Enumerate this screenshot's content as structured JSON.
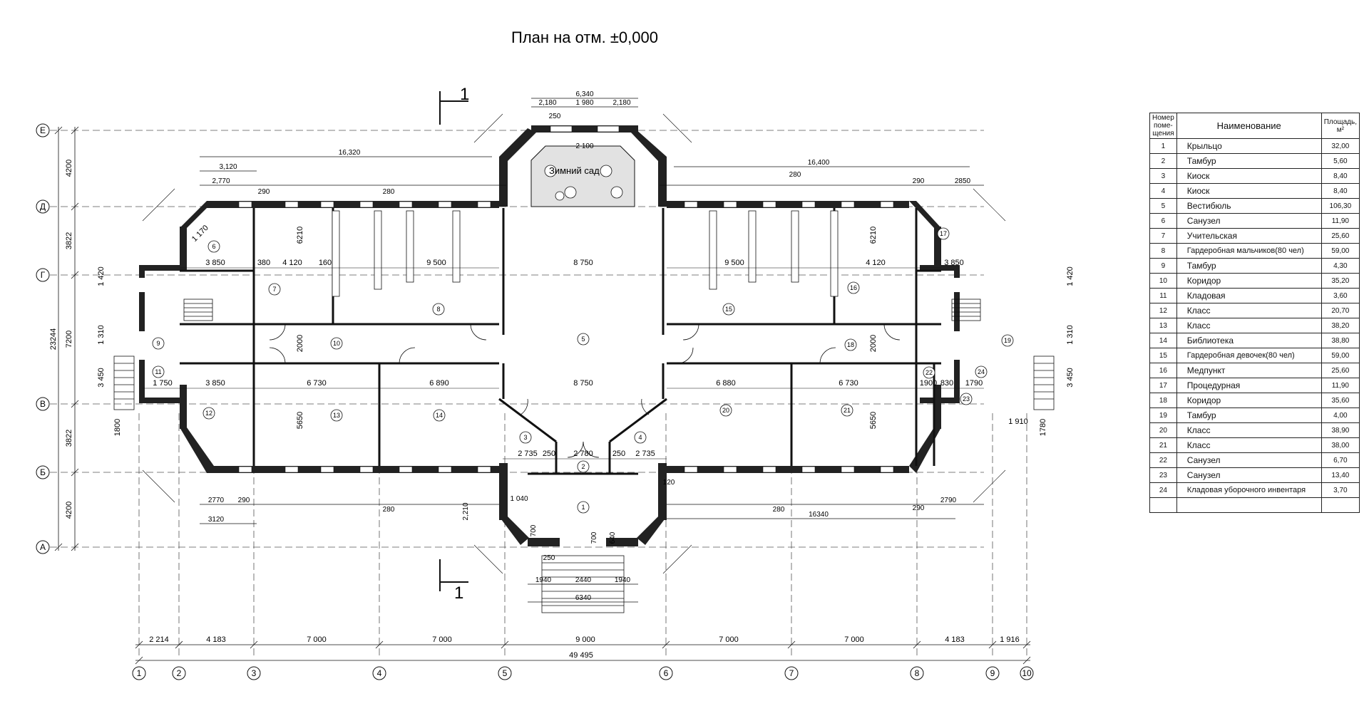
{
  "title": "План на отм. ±0,000",
  "section_marker": "1",
  "axes_letters": [
    "Е",
    "Д",
    "Г",
    "В",
    "Б",
    "А"
  ],
  "axes_numbers": [
    "1",
    "2",
    "3",
    "4",
    "5",
    "6",
    "7",
    "8",
    "9",
    "10"
  ],
  "left_dims": [
    "4200",
    "3822",
    "7200",
    "3822",
    "4200"
  ],
  "left_total": "23244",
  "bottom_dims": [
    "2 214",
    "4 183",
    "7 000",
    "7 000",
    "9 000",
    "7 000",
    "7 000",
    "4 183",
    "1 916"
  ],
  "bottom_total": "49 495",
  "top_dims": {
    "left_span": "16,320",
    "right_span": "16,400",
    "bay_3120": "3,120",
    "bay_2770": "2,770",
    "top_6340": "6,340",
    "top_2180a": "2,180",
    "top_1980": "1 980",
    "top_2180b": "2,180",
    "top_250": "250",
    "top_2100": "2 100",
    "right_2850": "2850",
    "left_280": "280",
    "right_280": "280",
    "top_290a": "290",
    "top_290b": "290"
  },
  "bottom_detail": {
    "b_2770": "2770",
    "b_3120": "3120",
    "b_16340": "16340",
    "b_2790": "2790",
    "b_1940a": "1940",
    "b_2440": "2440",
    "b_1940b": "1940",
    "b_6340": "6340",
    "b_280a": "280",
    "b_280b": "280",
    "b_1040": "1 040",
    "b_2210": "2,210",
    "b_290a": "290",
    "b_290b": "290",
    "b_120": "120",
    "b_250": "250",
    "b_700a": "700",
    "b_700b": "700",
    "b_640": "640"
  },
  "winter_garden": "Зимний сад",
  "inner_dims": {
    "d_3850a": "3 850",
    "d_4120a": "4 120",
    "d_9500a": "9 500",
    "d_8750a": "8 750",
    "d_9500b": "9 500",
    "d_4120b": "4 120",
    "d_3850b": "3 850",
    "d_1750": "1 750",
    "d_3850c": "3 850",
    "d_6730a": "6 730",
    "d_6890": "6 890",
    "d_8750b": "8 750",
    "d_6880": "6 880",
    "d_6730b": "6 730",
    "d_2735a": "2 735",
    "d_2780": "2 780",
    "d_2735b": "2 735",
    "d_250a": "250",
    "d_250b": "250",
    "d_6210a": "6210",
    "d_6210b": "6210",
    "d_2000a": "2000",
    "d_2000b": "2000",
    "d_5650a": "5650",
    "d_5650b": "5650",
    "d_160": "160",
    "d_380": "380",
    "d_1900": "1900",
    "d_1910": "1 910",
    "d_1780": "1780",
    "d_1800": "1800",
    "d_3450a": "3 450",
    "d_3450b": "3 450",
    "d_1420a": "1 420",
    "d_1420b": "1 420",
    "d_1310a": "1 310",
    "d_1310b": "1 310",
    "d_1170": "1 170",
    "d_830": "830",
    "d_1790": "1790"
  },
  "room_labels": [
    "1",
    "2",
    "3",
    "4",
    "5",
    "6",
    "7",
    "8",
    "9",
    "10",
    "11",
    "12",
    "13",
    "14",
    "15",
    "16",
    "17",
    "18",
    "19",
    "20",
    "21",
    "22",
    "23",
    "24"
  ],
  "table": {
    "headers": {
      "num": "Номер поме- щения",
      "name": "Наименование",
      "area": "Площадь, м²"
    },
    "rows": [
      {
        "num": "1",
        "name": "Крыльцо",
        "area": "32,00"
      },
      {
        "num": "2",
        "name": "Тамбур",
        "area": "5,60"
      },
      {
        "num": "3",
        "name": "Киоск",
        "area": "8,40"
      },
      {
        "num": "4",
        "name": "Киоск",
        "area": "8,40"
      },
      {
        "num": "5",
        "name": "Вестибюль",
        "area": "106,30"
      },
      {
        "num": "6",
        "name": "Санузел",
        "area": "11,90"
      },
      {
        "num": "7",
        "name": "Учительская",
        "area": "25,60"
      },
      {
        "num": "8",
        "name": "Гардеробная мальчиков(80 чел)",
        "area": "59,00"
      },
      {
        "num": "9",
        "name": "Тамбур",
        "area": "4,30"
      },
      {
        "num": "10",
        "name": "Коридор",
        "area": "35,20"
      },
      {
        "num": "11",
        "name": "Кладовая",
        "area": "3,60"
      },
      {
        "num": "12",
        "name": "Класс",
        "area": "20,70"
      },
      {
        "num": "13",
        "name": "Класс",
        "area": "38,20"
      },
      {
        "num": "14",
        "name": "Библиотека",
        "area": "38,80"
      },
      {
        "num": "15",
        "name": "Гардеробная девочек(80 чел)",
        "area": "59,00"
      },
      {
        "num": "16",
        "name": "Медпункт",
        "area": "25,60"
      },
      {
        "num": "17",
        "name": "Процедурная",
        "area": "11,90"
      },
      {
        "num": "18",
        "name": "Коридор",
        "area": "35,60"
      },
      {
        "num": "19",
        "name": "Тамбур",
        "area": "4,00"
      },
      {
        "num": "20",
        "name": "Класс",
        "area": "38,90"
      },
      {
        "num": "21",
        "name": "Класс",
        "area": "38,00"
      },
      {
        "num": "22",
        "name": "Санузел",
        "area": "6,70"
      },
      {
        "num": "23",
        "name": "Санузел",
        "area": "13,40"
      },
      {
        "num": "24",
        "name": "Кладовая уборочного инвентаря",
        "area": "3,70"
      },
      {
        "num": "",
        "name": "",
        "area": ""
      }
    ]
  }
}
